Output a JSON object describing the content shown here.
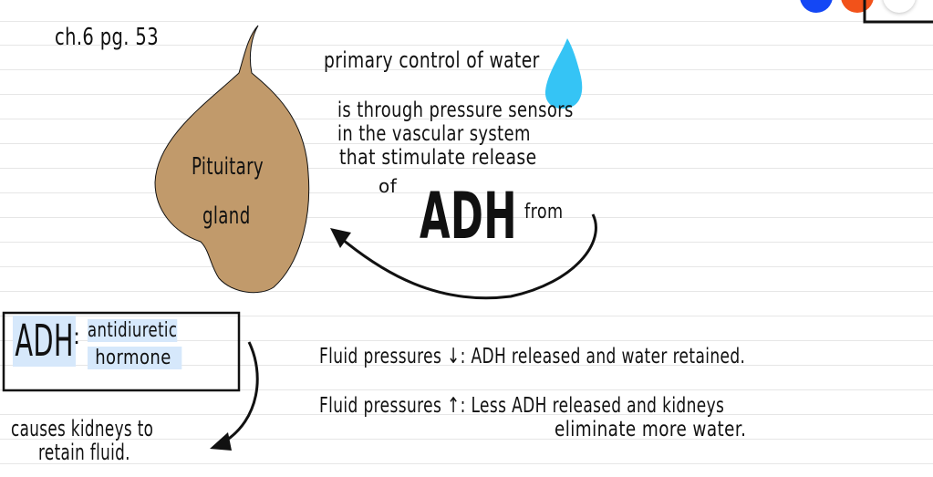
{
  "colors": {
    "gland": "#c19a6b",
    "drop": "#35c4f5",
    "highlight": "#d6e8fb",
    "pen_blue": "#1447f5",
    "pen_orange": "#f2521a"
  },
  "header": {
    "reference": "ch.6 pg. 53"
  },
  "gland": {
    "label_line1": "Pituitary",
    "label_line2": "gland"
  },
  "explanation": {
    "line1": "primary control of water",
    "line2": "is through pressure sensors",
    "line3": "in the vascular system",
    "line4": "that stimulate release",
    "of": "of",
    "adh": "ADH",
    "from": "from"
  },
  "definition": {
    "term": "ADH",
    "colon": ":",
    "meaning_line1": "antidiuretic",
    "meaning_line2": "hormone"
  },
  "effect": {
    "line1": "causes kidneys to",
    "line2": "retain fluid."
  },
  "pressures": [
    {
      "label": "Fluid pressures",
      "arrow": "↓",
      "text": ": ADH released and water retained."
    },
    {
      "label": "Fluid pressures",
      "arrow": "↑",
      "text": ": Less ADH released and kidneys",
      "text2": "eliminate more water."
    }
  ]
}
